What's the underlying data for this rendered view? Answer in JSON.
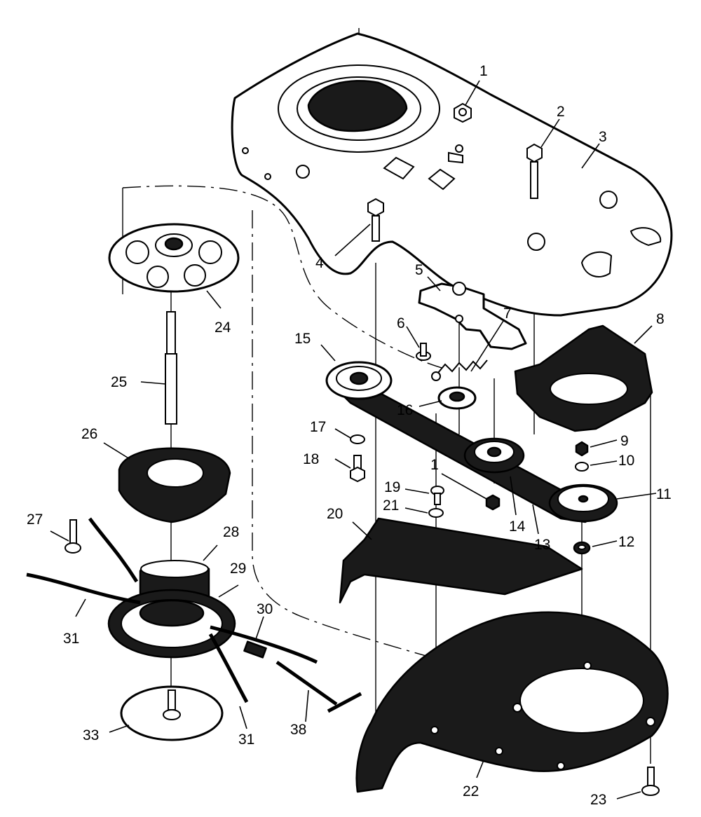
{
  "diagram": {
    "callouts": [
      {
        "id": "c1a",
        "label": "1"
      },
      {
        "id": "c2",
        "label": "2"
      },
      {
        "id": "c3",
        "label": "3"
      },
      {
        "id": "c4",
        "label": "4"
      },
      {
        "id": "c5",
        "label": "5"
      },
      {
        "id": "c6",
        "label": "6"
      },
      {
        "id": "c7",
        "label": "7"
      },
      {
        "id": "c8",
        "label": "8"
      },
      {
        "id": "c9",
        "label": "9"
      },
      {
        "id": "c10",
        "label": "10"
      },
      {
        "id": "c11",
        "label": "11"
      },
      {
        "id": "c12",
        "label": "12"
      },
      {
        "id": "c13",
        "label": "13"
      },
      {
        "id": "c14",
        "label": "14"
      },
      {
        "id": "c15",
        "label": "15"
      },
      {
        "id": "c16",
        "label": "16"
      },
      {
        "id": "c17",
        "label": "17"
      },
      {
        "id": "c18",
        "label": "18"
      },
      {
        "id": "c1b",
        "label": "1"
      },
      {
        "id": "c19",
        "label": "19"
      },
      {
        "id": "c20",
        "label": "20"
      },
      {
        "id": "c21",
        "label": "21"
      },
      {
        "id": "c22",
        "label": "22"
      },
      {
        "id": "c23",
        "label": "23"
      },
      {
        "id": "c24",
        "label": "24"
      },
      {
        "id": "c25",
        "label": "25"
      },
      {
        "id": "c26",
        "label": "26"
      },
      {
        "id": "c27",
        "label": "27"
      },
      {
        "id": "c28",
        "label": "28"
      },
      {
        "id": "c29",
        "label": "29"
      },
      {
        "id": "c30",
        "label": "30"
      },
      {
        "id": "c31a",
        "label": "31"
      },
      {
        "id": "c31b",
        "label": "31"
      },
      {
        "id": "c33",
        "label": "33"
      },
      {
        "id": "c38",
        "label": "38"
      }
    ]
  }
}
